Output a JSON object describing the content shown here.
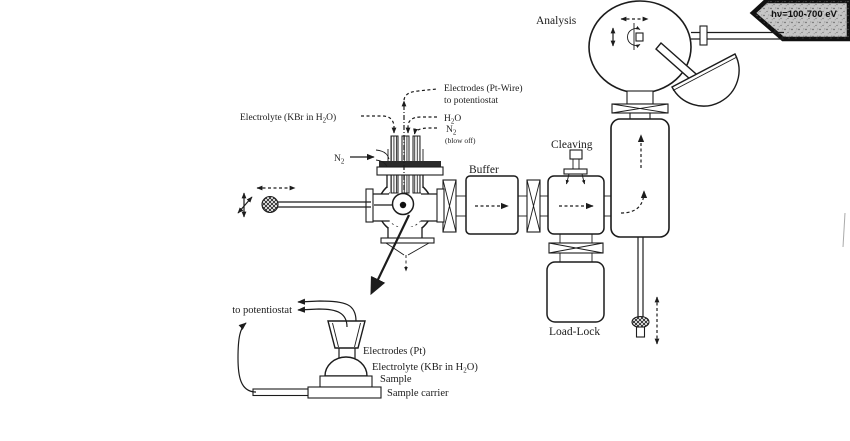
{
  "figure": {
    "type": "apparatus-schematic",
    "description": "UHV electrochemistry and synchrotron photoemission apparatus schematic",
    "colors": {
      "line": "#1c1c1c",
      "background": "#ffffff",
      "source_fill": "#c6c6c6"
    },
    "icons": {
      "motion_arrows": "double-headed dashed arrows (manipulator travel)",
      "rotation_symbol": "circular arrow (sample rotation)",
      "gate_valve": "bowtie cross rectangle",
      "beam_source": "speckled hexagon"
    },
    "labels": {
      "analysis": "Analysis",
      "beam_energy": "hν=100-700 eV",
      "electrodes_top_line1": "Electrodes (Pt-Wire)",
      "electrodes_top_line2": "to potentiostat",
      "electrolyte_top_pre": "Electrolyte (KBr in H",
      "electrolyte_top_sub": "2",
      "electrolyte_top_post": "O)",
      "water_pre": "H",
      "water_sub": "2",
      "water_post": "O",
      "nitrogen_right_pre": "N",
      "nitrogen_right_sub": "2",
      "nitrogen_blowoff": "(blow off)",
      "nitrogen_left_pre": "N",
      "nitrogen_left_sub": "2",
      "buffer": "Buffer",
      "cleaving": "Cleaving",
      "load_lock": "Load-Lock",
      "to_potentiostat": "to potentiostat",
      "electrodes_bottom": "Electrodes (Pt)",
      "electrolyte_bottom_pre": "Electrolyte (KBr in H",
      "electrolyte_bottom_sub": "2",
      "electrolyte_bottom_post": "O)",
      "sample": "Sample",
      "sample_carrier": "Sample carrier"
    }
  }
}
